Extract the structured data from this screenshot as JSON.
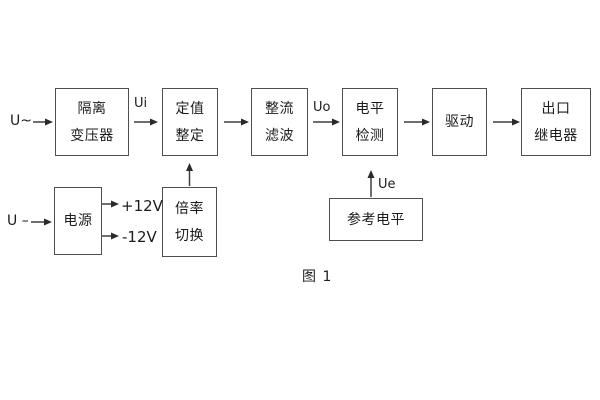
{
  "figure": {
    "caption": "图 1",
    "inputs": {
      "ac": "U~",
      "dc": "U –"
    },
    "signal_labels": {
      "ui": "Ui",
      "uo": "Uo",
      "ue": "Ue"
    },
    "power_rails": {
      "positive": "+12V",
      "negative": "-12V"
    },
    "blocks": {
      "isolation_transformer": {
        "lines": [
          "隔离",
          "变压器"
        ]
      },
      "setting_adjustment": {
        "lines": [
          "定值",
          "整定"
        ]
      },
      "rectifier_filter": {
        "lines": [
          "整流",
          "滤波"
        ]
      },
      "level_detection": {
        "lines": [
          "电平",
          "检测"
        ]
      },
      "driver": {
        "lines": [
          "驱动"
        ]
      },
      "output_relay": {
        "lines": [
          "出口",
          "继电器"
        ]
      },
      "power_supply": {
        "lines": [
          "电源"
        ]
      },
      "ratio_switch": {
        "lines": [
          "倍率",
          "切换"
        ]
      },
      "reference_level": {
        "lines": [
          "参考电平"
        ]
      }
    },
    "colors": {
      "line": "#3f3f3f",
      "border": "#4f4f4f",
      "text": "#1c1c1c",
      "background": "#ffffff"
    }
  }
}
